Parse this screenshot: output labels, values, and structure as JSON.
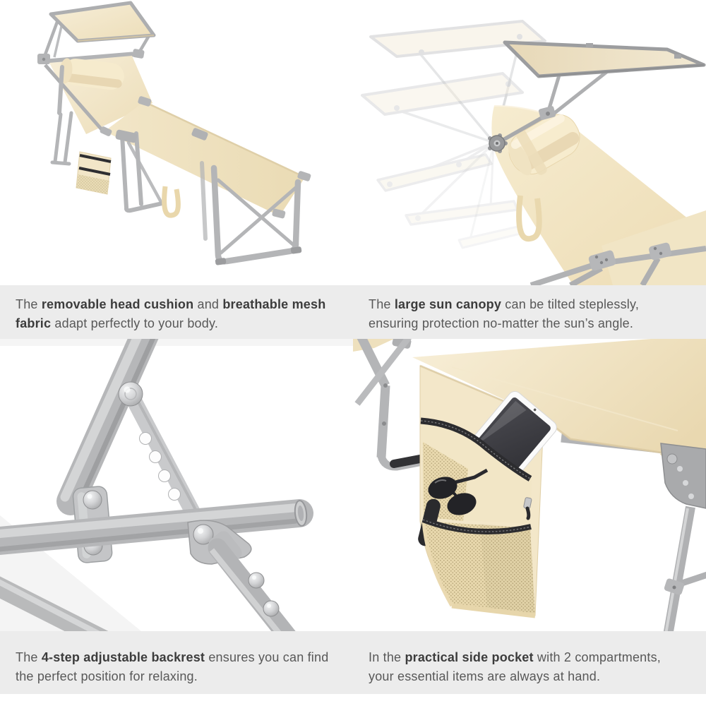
{
  "colors": {
    "caption_band": "#ececec",
    "caption_text": "#585858",
    "caption_bold": "#3c3c3c",
    "page_bg": "#ffffff",
    "fabric_beige": "#f1e4c4",
    "fabric_shadow": "#dcc69e",
    "metal_gray": "#b5b6b8",
    "metal_dark": "#96979a",
    "mesh_beige": "#e8d8ad",
    "zipper_black": "#2c2c2f"
  },
  "photos": [
    {
      "name": "lounger-overview-photo",
      "depicts": "beige folding sun lounger with tilted sun canopy, head cushion, side pocket and silver frame"
    },
    {
      "name": "canopy-tilt-photo",
      "depicts": "sun canopy shown in several ghosted tilt positions around its pivot above the backrest"
    },
    {
      "name": "backrest-mechanism-photo",
      "depicts": "close-up of the silver 4-step notched backrest adjustment mechanism"
    },
    {
      "name": "side-pocket-photo",
      "depicts": "close-up of the beige side pocket holding a tablet and sunglasses"
    }
  ],
  "captions": [
    {
      "lines": [
        [
          {
            "t": "The "
          },
          {
            "t": "removable head cushion",
            "b": 1
          },
          {
            "t": " and "
          },
          {
            "t": "breathable mesh",
            "b": 1
          }
        ],
        [
          {
            "t": "fabric",
            "b": 1
          },
          {
            "t": " adapt perfectly to your body."
          }
        ]
      ]
    },
    {
      "lines": [
        [
          {
            "t": "The "
          },
          {
            "t": "large sun canopy",
            "b": 1
          },
          {
            "t": " can be tilted steplessly,"
          }
        ],
        [
          {
            "t": "ensuring protection no-matter the sun’s angle."
          }
        ]
      ]
    },
    {
      "lines": [
        [
          {
            "t": "The "
          },
          {
            "t": "4-step adjustable backrest",
            "b": 1
          },
          {
            "t": " ensures you can find"
          }
        ],
        [
          {
            "t": "the perfect position for relaxing."
          }
        ]
      ]
    },
    {
      "lines": [
        [
          {
            "t": "In the "
          },
          {
            "t": "practical side pocket",
            "b": 1
          },
          {
            "t": " with 2 compartments,"
          }
        ],
        [
          {
            "t": "your essential items are always at hand."
          }
        ]
      ]
    }
  ]
}
